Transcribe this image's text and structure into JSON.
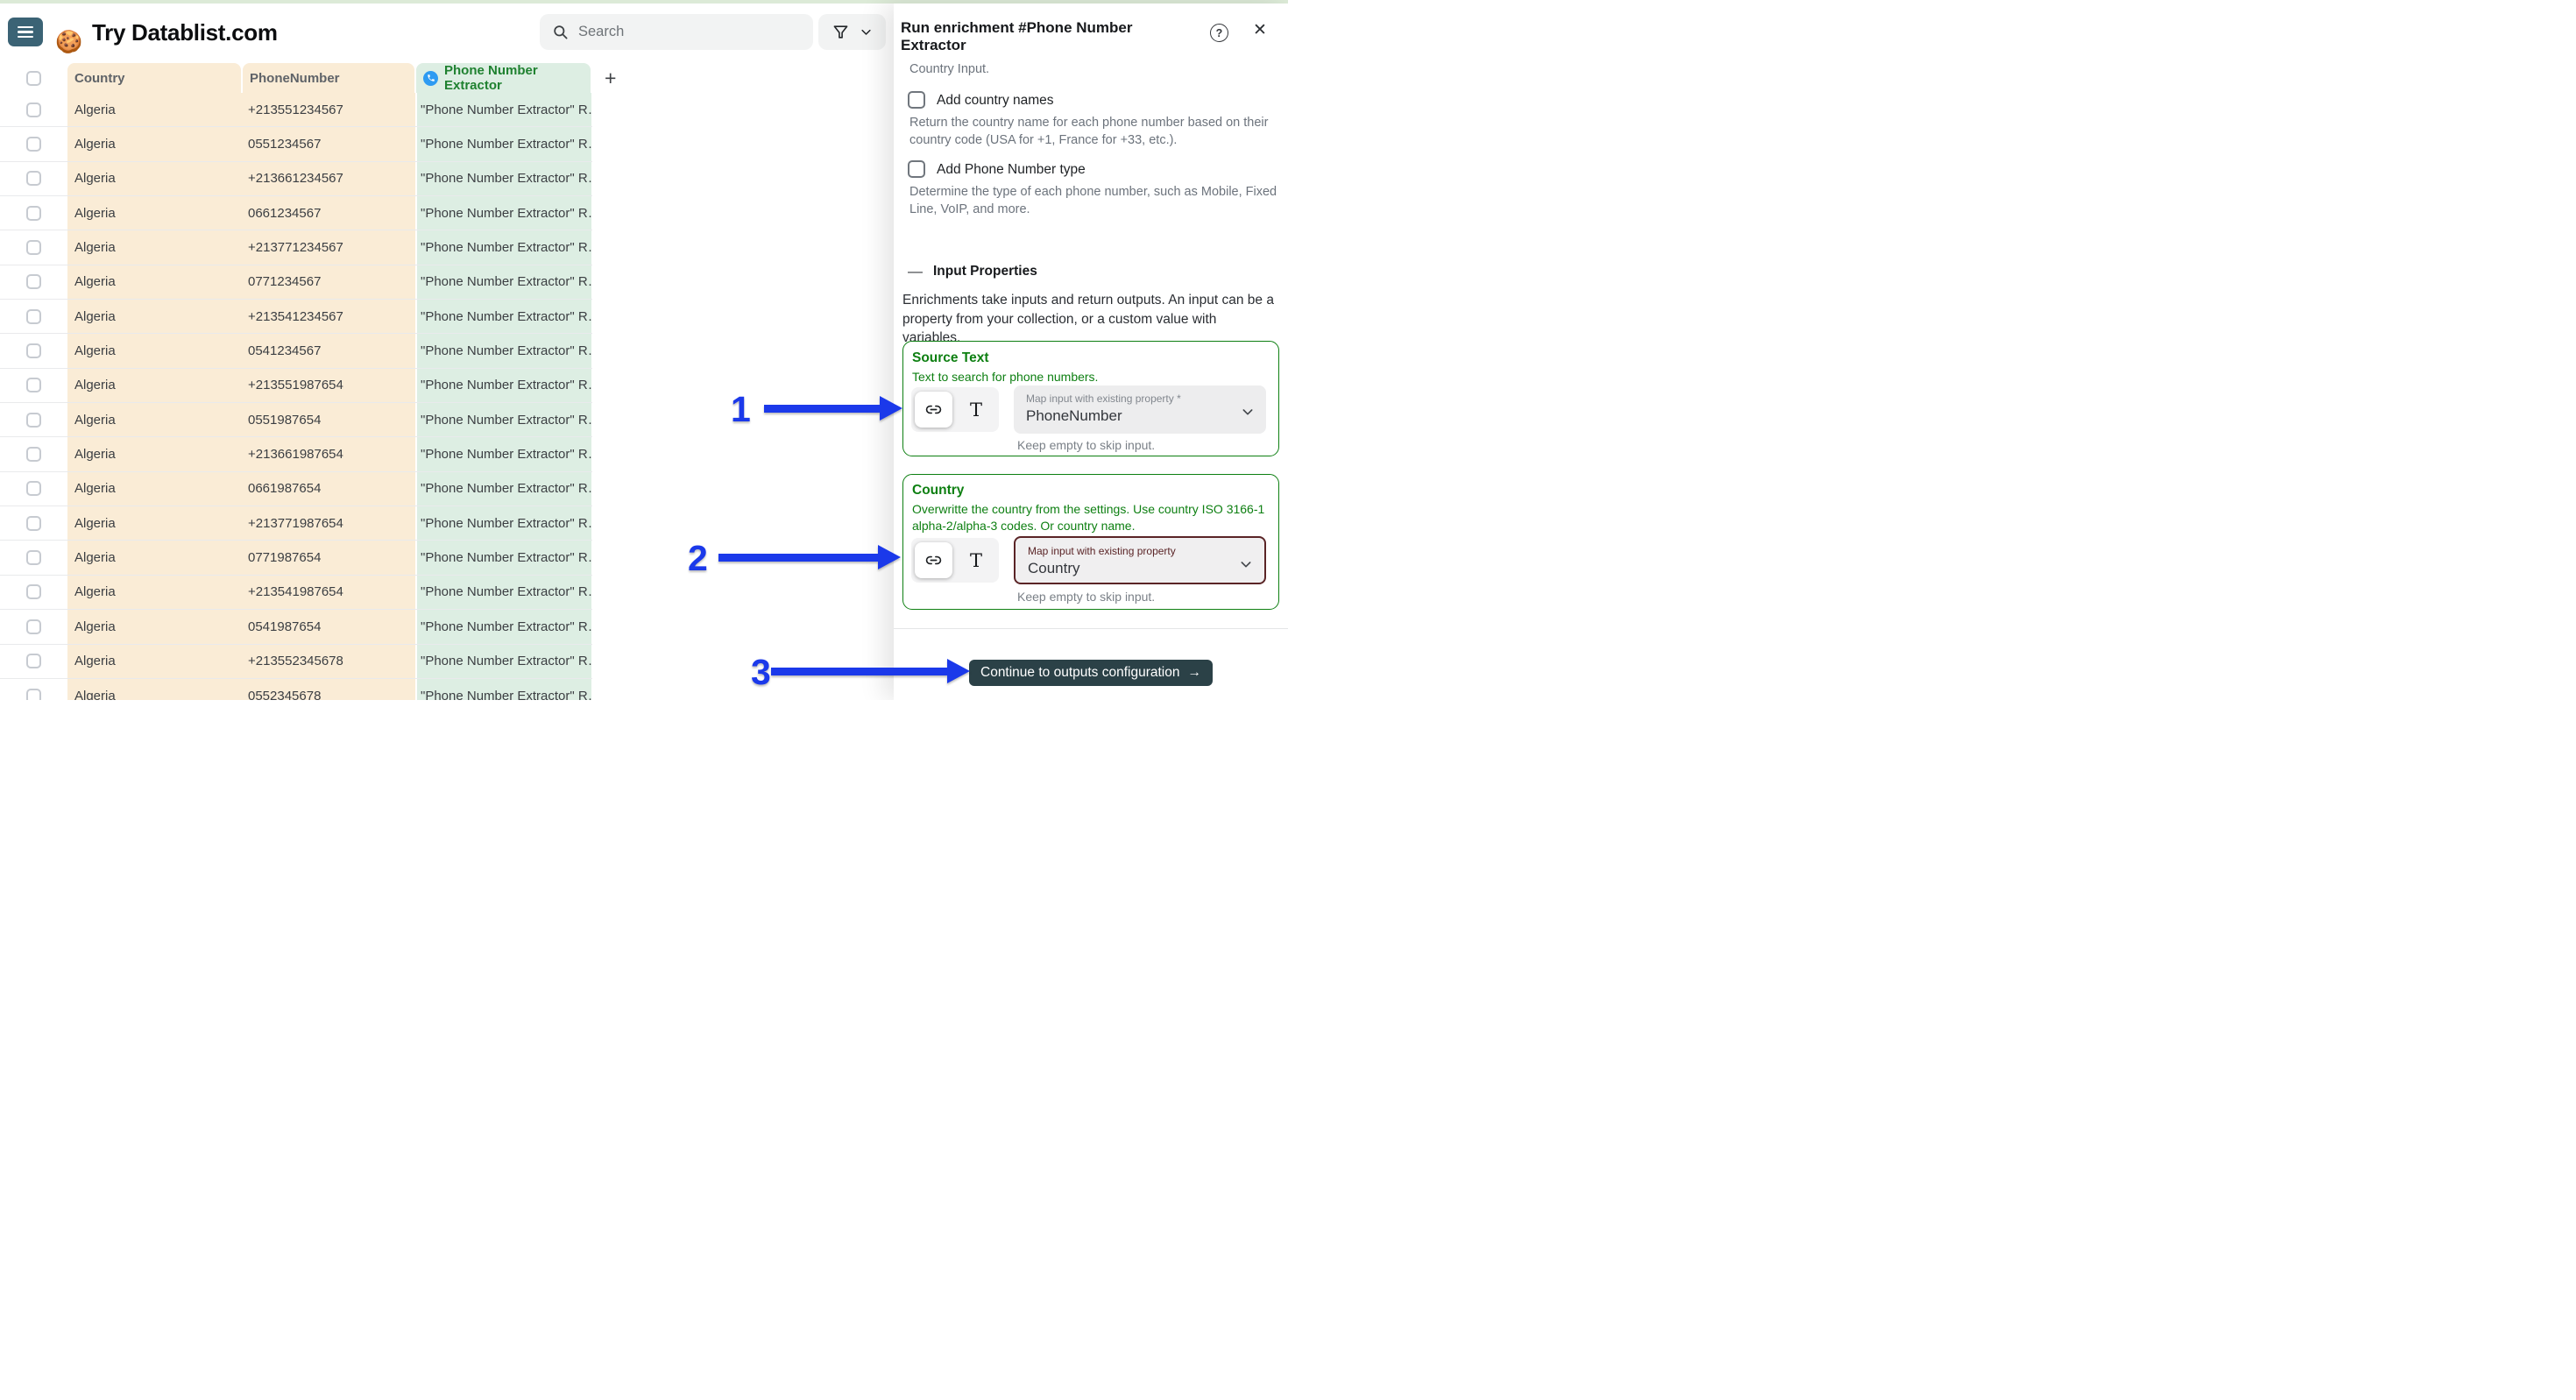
{
  "colors": {
    "accent_green": "#0d7f11",
    "column_tan": "#faecd6",
    "column_green": "#ddeee3",
    "header_green_text": "#1f8130",
    "phone_icon_blue": "#2e9bf2",
    "annotation_blue": "#1b39ea",
    "alert_maroon": "#5a2426",
    "button_dark": "#2b4147",
    "menu_teal": "#3b6375",
    "top_strip": "#dcead7"
  },
  "header": {
    "brand_emoji": "🍪",
    "title": "Try Datablist.com",
    "search_placeholder": "Search"
  },
  "table": {
    "columns": {
      "country": "Country",
      "phone": "PhoneNumber",
      "extractor": "Phone Number Extractor"
    },
    "add_column_label": "+",
    "rows": [
      {
        "country": "Algeria",
        "phone": "+213551234567",
        "extractor": "\"Phone Number Extractor\" R…"
      },
      {
        "country": "Algeria",
        "phone": "0551234567",
        "extractor": "\"Phone Number Extractor\" R…"
      },
      {
        "country": "Algeria",
        "phone": "+213661234567",
        "extractor": "\"Phone Number Extractor\" R…"
      },
      {
        "country": "Algeria",
        "phone": "0661234567",
        "extractor": "\"Phone Number Extractor\" R…"
      },
      {
        "country": "Algeria",
        "phone": "+213771234567",
        "extractor": "\"Phone Number Extractor\" R…"
      },
      {
        "country": "Algeria",
        "phone": "0771234567",
        "extractor": "\"Phone Number Extractor\" R…"
      },
      {
        "country": "Algeria",
        "phone": "+213541234567",
        "extractor": "\"Phone Number Extractor\" R…"
      },
      {
        "country": "Algeria",
        "phone": "0541234567",
        "extractor": "\"Phone Number Extractor\" R…"
      },
      {
        "country": "Algeria",
        "phone": "+213551987654",
        "extractor": "\"Phone Number Extractor\" R…"
      },
      {
        "country": "Algeria",
        "phone": "0551987654",
        "extractor": "\"Phone Number Extractor\" R…"
      },
      {
        "country": "Algeria",
        "phone": "+213661987654",
        "extractor": "\"Phone Number Extractor\" R…"
      },
      {
        "country": "Algeria",
        "phone": "0661987654",
        "extractor": "\"Phone Number Extractor\" R…"
      },
      {
        "country": "Algeria",
        "phone": "+213771987654",
        "extractor": "\"Phone Number Extractor\" R…"
      },
      {
        "country": "Algeria",
        "phone": "0771987654",
        "extractor": "\"Phone Number Extractor\" R…"
      },
      {
        "country": "Algeria",
        "phone": "+213541987654",
        "extractor": "\"Phone Number Extractor\" R…"
      },
      {
        "country": "Algeria",
        "phone": "0541987654",
        "extractor": "\"Phone Number Extractor\" R…"
      },
      {
        "country": "Algeria",
        "phone": "+213552345678",
        "extractor": "\"Phone Number Extractor\" R…"
      },
      {
        "country": "Algeria",
        "phone": "0552345678",
        "extractor": "\"Phone Number Extractor\" R…"
      }
    ]
  },
  "panel": {
    "title": "Run enrichment #Phone Number Extractor",
    "help_label": "?",
    "close_label": "✕",
    "intro": "Country Input.",
    "options": [
      {
        "label": "Add country names",
        "description": "Return the country name for each phone number based on their country code (USA for +1, France for +33, etc.)."
      },
      {
        "label": "Add Phone Number type",
        "description": "Determine the type of each phone number, such as Mobile, Fixed Line, VoIP, and more."
      }
    ],
    "section": {
      "collapse_glyph": "—",
      "title": "Input Properties",
      "description": "Enrichments take inputs and return outputs. An input can be a property from your collection, or a custom value with variables."
    },
    "inputs": [
      {
        "name": "Source Text",
        "description": "Text to search for phone numbers.",
        "dropdown_label": "Map input with existing property *",
        "dropdown_value": "PhoneNumber",
        "hint": "Keep empty to skip input."
      },
      {
        "name": "Country",
        "description": "Overwritte the country from the settings. Use country ISO 3166-1 alpha-2/alpha-3 codes. Or country name.",
        "dropdown_label": "Map input with existing property",
        "dropdown_value": "Country",
        "hint": "Keep empty to skip input."
      }
    ],
    "footer": {
      "continue_label": "Continue to outputs configuration",
      "continue_arrow": "→"
    }
  },
  "annotations": {
    "step1": "1",
    "step2": "2",
    "step3": "3"
  }
}
